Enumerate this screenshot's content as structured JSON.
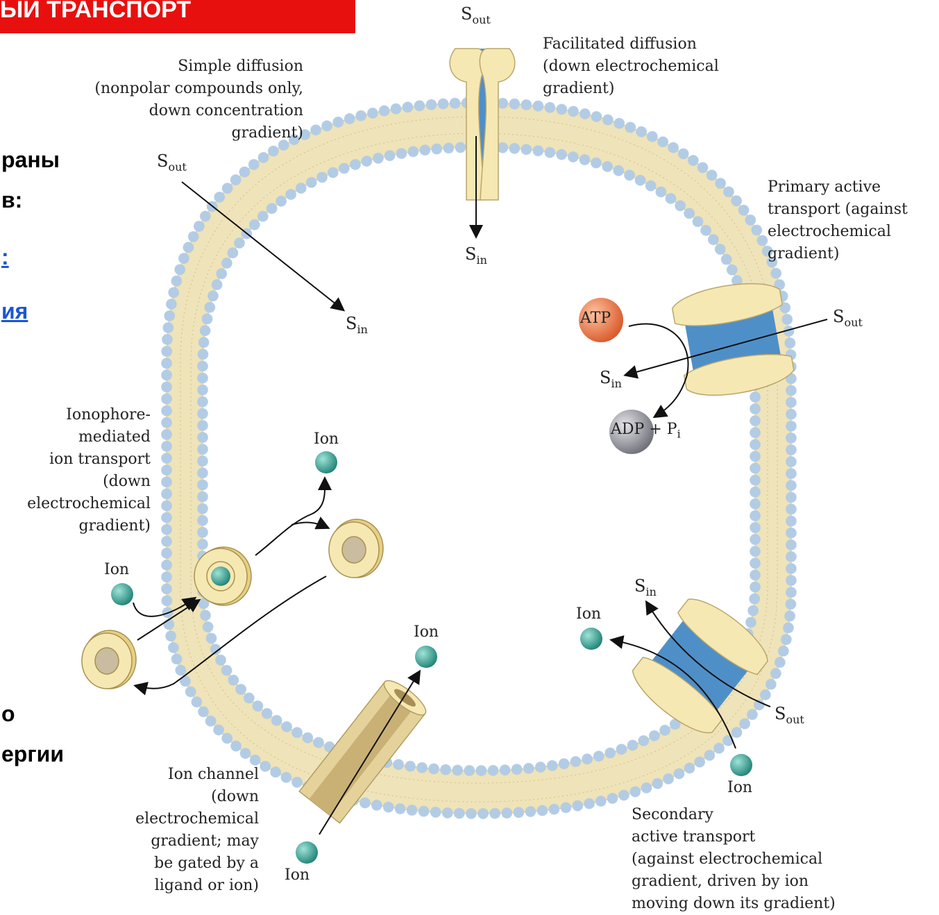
{
  "banner": {
    "text": "ЫЙ ТРАНСПОРТ"
  },
  "sidebar_fragments": {
    "line1": "раны",
    "line2": "в:",
    "link1": ":",
    "link2": "ия",
    "line5": "о",
    "line6": "ергии"
  },
  "labels": {
    "simple_diffusion": [
      "Simple diffusion",
      "(nonpolar compounds only,",
      "down concentration",
      "gradient)"
    ],
    "facilitated_diffusion": [
      "Facilitated diffusion",
      "(down electrochemical",
      "gradient)"
    ],
    "primary_active": [
      "Primary active",
      "transport (against",
      "electrochemical",
      "gradient)"
    ],
    "ionophore": [
      "Ionophore-",
      "mediated",
      "ion transport",
      "(down",
      "electrochemical",
      "gradient)"
    ],
    "ion_channel": [
      "Ion channel",
      "(down",
      "electrochemical",
      "gradient; may",
      "be gated by a",
      "ligand or ion)"
    ],
    "secondary_active": [
      "Secondary",
      "active transport",
      "(against electrochemical",
      "gradient, driven by ion",
      "moving down its gradient)"
    ]
  },
  "symbols": {
    "s": "S",
    "out": "out",
    "in": "in",
    "ion": "Ion",
    "atp": "ATP",
    "adp": "ADP",
    "plus_pi": "+ P",
    "pi_sub": "i"
  },
  "colors": {
    "banner": "#e8100f",
    "membrane": "#efe3b9",
    "head": "#c7daee",
    "channel": "#4f8fc8",
    "protein": "#f6e8b2",
    "ion": "#3aa89a",
    "atp": "#e8703c",
    "adp": "#9a9aa2"
  }
}
